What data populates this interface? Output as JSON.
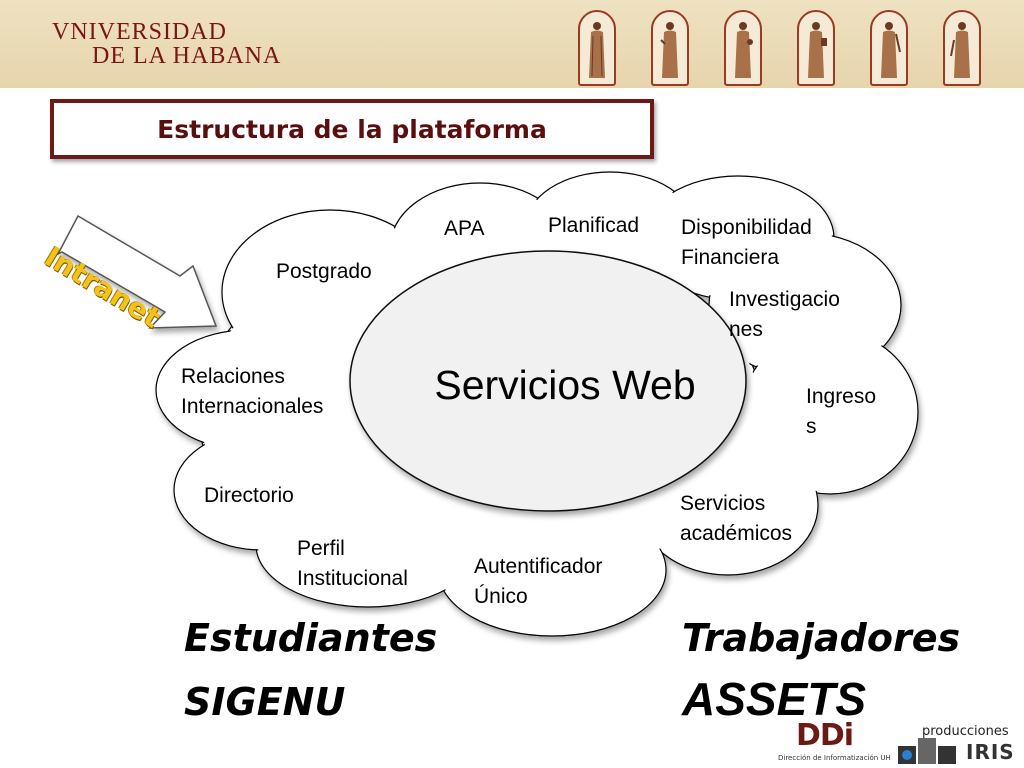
{
  "header": {
    "university_line1": "VNIVERSIDAD",
    "university_line2": "DE LA HABANA",
    "statues": [
      "statue-1",
      "statue-2",
      "statue-3",
      "statue-4",
      "statue-5",
      "statue-6"
    ]
  },
  "slide": {
    "title": "Estructura de la plataforma",
    "intranet_label": "Intranet",
    "center": "Servicios Web",
    "cloud_labels": {
      "apa": "APA",
      "planificad": "Planificad",
      "disponibilidad_1": "Disponibilidad",
      "disponibilidad_2": "Financiera",
      "postgrado": "Postgrado",
      "investigacio_1": "Investigacio",
      "investigacio_2": "nes",
      "relaciones_1": "Relaciones",
      "relaciones_2": "Internacionales",
      "ingreso_1": "Ingreso",
      "ingreso_2": "s",
      "directorio": "Directorio",
      "servicios_1": "Servicios",
      "servicios_2": "académicos",
      "perfil_1": "Perfil",
      "perfil_2": "Institucional",
      "autent_1": "Autentificador",
      "autent_2": "Único"
    },
    "bottom_left_1": "Estudiantes",
    "bottom_left_2": "SIGENU",
    "bottom_right_1": "Trabajadores",
    "bottom_right_2": "ASSETS"
  },
  "logos": {
    "ddi": "DDi",
    "ddi_sub": "Dirección de Informatización UH",
    "producciones": "producciones",
    "iris": "IRIS"
  },
  "colors": {
    "brand_red": "#6b1a16",
    "header_bg": "#e6d4ac",
    "intranet_yellow": "#f4c21b"
  }
}
